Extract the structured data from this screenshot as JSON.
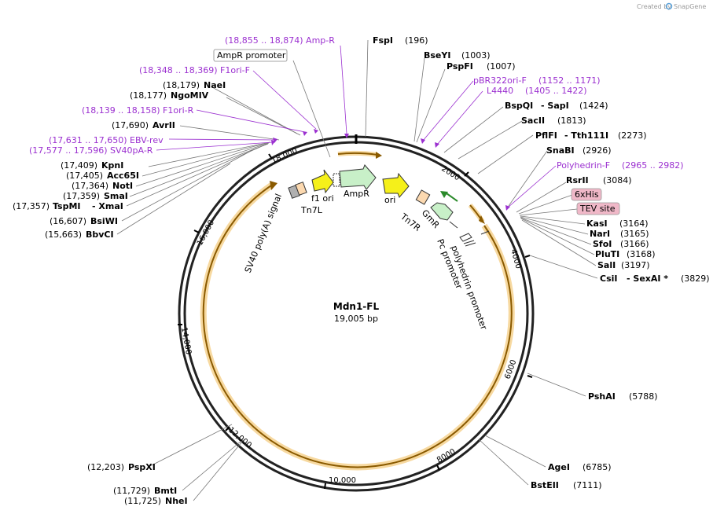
{
  "credit": "Created by",
  "brand": "SnapGene",
  "plasmid": {
    "name": "Mdn1-FL",
    "length": "19,005 bp"
  },
  "sites": {
    "ampr_ps": "(18,855 .. 18,874)  Amp-R",
    "ampr_promoter": "AmpR promoter",
    "f1ori_f": "(18,348 .. 18,369)  F1ori-F",
    "naei_pos": "(18,179)",
    "naei": "NaeI",
    "ngomiv_pos": "(18,177)",
    "ngomiv": "NgoMIV",
    "f1ori_r": "(18,139 .. 18,158)  F1ori-R",
    "avrii_pos": "(17,690)",
    "avrii": "AvrII",
    "ebvrev": "(17,631 .. 17,650)  EBV-rev",
    "sv40par": "(17,577 .. 17,596)  SV40pA-R",
    "kpni_pos": "(17,409)",
    "kpni": "KpnI",
    "acc65i_pos": "(17,405)",
    "acc65i": "Acc65I",
    "noti_pos": "(17,364)",
    "noti": "NotI",
    "smai_pos": "(17,359)",
    "smai": "SmaI",
    "tspmi_pos": "(17,357)",
    "tspmi": "TspMI",
    "xmai": "- XmaI",
    "bsiwi_pos": "(16,607)",
    "bsiwi": "BsiWI",
    "bbvci_pos": "(15,663)",
    "bbvci": "BbvCI",
    "pspxi_pos": "(12,203)",
    "pspxi": "PspXI",
    "bmti_pos": "(11,729)",
    "bmti": "BmtI",
    "nhei_pos": "(11,725)",
    "nhei": "NheI",
    "fspi": "FspI",
    "fspi_pos": "(196)",
    "bseyi": "BseYI",
    "bseyi_pos": "(1003)",
    "pspfi": "PspFI",
    "pspfi_pos": "(1007)",
    "pbr322": "pBR322ori-F",
    "pbr322_pos": "(1152 .. 1171)",
    "l4440": "L4440",
    "l4440_pos": "(1405 .. 1422)",
    "bspqi": "BspQI",
    "sapi": "- SapI",
    "bspqi_pos": "(1424)",
    "sacii": "SacII",
    "sacii_pos": "(1813)",
    "pflfi": "PflFI",
    "tth111i": "- Tth111I",
    "pflfi_pos": "(2273)",
    "snabi": "SnaBI",
    "snabi_pos": "(2926)",
    "polyf": "Polyhedrin-F",
    "polyf_pos": "(2965 .. 2982)",
    "rsrii": "RsrII",
    "rsrii_pos": "(3084)",
    "his": "6xHis",
    "tev": "TEV site",
    "kasi": "KasI",
    "kasi_pos": "(3164)",
    "nari": "NarI",
    "nari_pos": "(3165)",
    "sfoi": "SfoI",
    "sfoi_pos": "(3166)",
    "pluti": "PluTI",
    "pluti_pos": "(3168)",
    "sali": "SalI",
    "sali_pos": "(3197)",
    "csii": "CsiI",
    "sexai": "- SexAI *",
    "csii_pos": "(3829)",
    "pshai": "PshAI",
    "pshai_pos": "(5788)",
    "agei": "AgeI",
    "agei_pos": "(6785)",
    "bsteii": "BstEII",
    "bsteii_pos": "(7111)"
  },
  "ticks": [
    "2000",
    "4000",
    "6000",
    "8000",
    "10,000",
    "12,000",
    "14,000",
    "16,000",
    "18,000"
  ],
  "features": {
    "ampr": "AmpR",
    "ori": "ori",
    "f1ori": "f1 ori",
    "tn7l": "Tn7L",
    "sv40": "SV40 poly(A) signal",
    "tn7r": "Tn7R",
    "gmr": "GmR",
    "pc": "Pc promoter",
    "polyhedrin": "polyhedrin promoter"
  },
  "colors": {
    "primer": "#9b30d0",
    "orf": "#f5c06b",
    "ori": "#f5f01a",
    "marker": "#c8f0c8",
    "tag": "#f0b8c8",
    "terminator": "#b0b0b0"
  }
}
